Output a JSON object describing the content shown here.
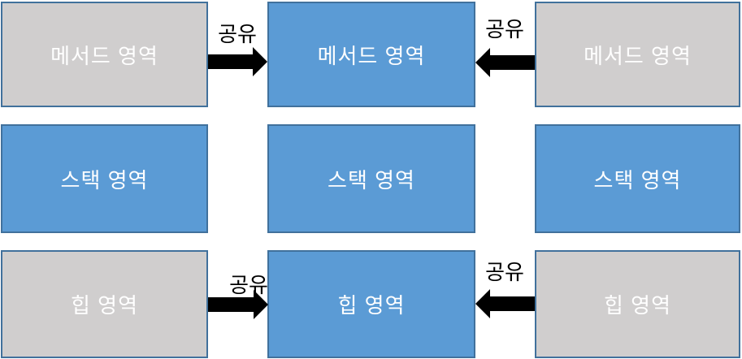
{
  "colors": {
    "blue_fill": "#5B9BD5",
    "gray_fill": "#D0CECE",
    "box_border": "#41719C",
    "box_text": "#FFFFFF",
    "arrow_fill": "#000000",
    "arrow_label_text": "#000000"
  },
  "rows": [
    {
      "name": "method-area",
      "cells": [
        {
          "label": "메서드 영역",
          "variant": "gray"
        },
        {
          "label": "메서드 영역",
          "variant": "blue"
        },
        {
          "label": "메서드 영역",
          "variant": "gray"
        }
      ]
    },
    {
      "name": "stack-area",
      "cells": [
        {
          "label": "스택 영역",
          "variant": "blue"
        },
        {
          "label": "스택 영역",
          "variant": "blue"
        },
        {
          "label": "스택 영역",
          "variant": "blue"
        }
      ]
    },
    {
      "name": "heap-area",
      "cells": [
        {
          "label": "힙 영역",
          "variant": "gray"
        },
        {
          "label": "힙 영역",
          "variant": "blue"
        },
        {
          "label": "힙 영역",
          "variant": "gray"
        }
      ]
    }
  ],
  "arrows": [
    {
      "label": "공유",
      "direction": "right",
      "row": "method-area",
      "from": "left",
      "to": "center"
    },
    {
      "label": "공유",
      "direction": "left",
      "row": "method-area",
      "from": "right",
      "to": "center"
    },
    {
      "label": "공유",
      "direction": "right",
      "row": "heap-area",
      "from": "left",
      "to": "center"
    },
    {
      "label": "공유",
      "direction": "left",
      "row": "heap-area",
      "from": "right",
      "to": "center"
    }
  ]
}
